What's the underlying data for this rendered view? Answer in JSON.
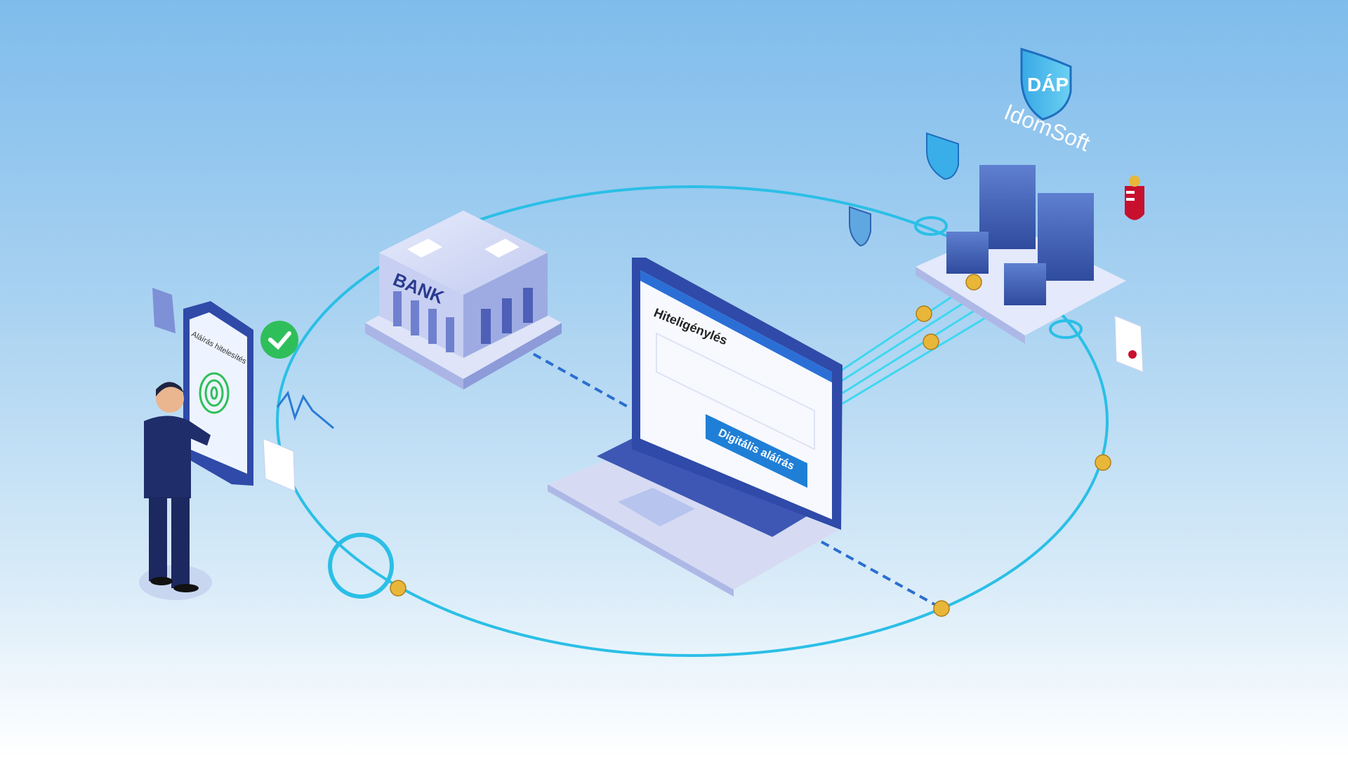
{
  "bank": {
    "sign": "BANK"
  },
  "phone": {
    "title": "Aláírás hitelesítés"
  },
  "laptop": {
    "form_title": "Hiteligénylés",
    "sign_button": "Digitális aláírás"
  },
  "gov": {
    "shield_text": "DÁP",
    "provider": "IdomSoft"
  },
  "colors": {
    "ring": "#2bbfe6",
    "accent": "#1f7fd6",
    "navy": "#2a3b8f",
    "check": "#2fbf5a",
    "lock": "#e8b73a"
  }
}
